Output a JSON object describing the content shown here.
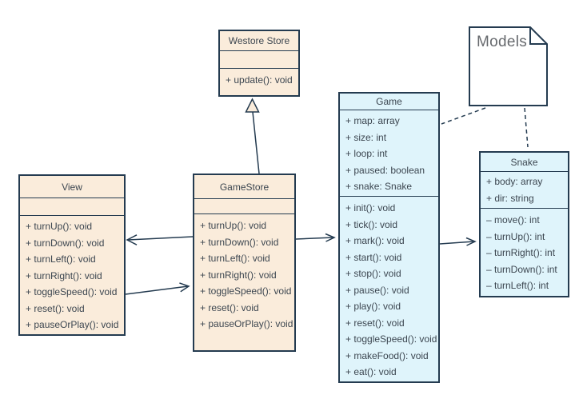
{
  "note": {
    "label": "Models"
  },
  "classes": {
    "westore": {
      "title": "Westore Store",
      "attributes": [],
      "methods": [
        "+ update(): void"
      ]
    },
    "view": {
      "title": "View",
      "attributes": [],
      "methods": [
        "+ turnUp(): void",
        "+ turnDown(): void",
        "+ turnLeft(): void",
        "+ turnRight(): void",
        "+ toggleSpeed(): void",
        "+ reset(): void",
        "+ pauseOrPlay(): void"
      ]
    },
    "gamestore": {
      "title": "GameStore",
      "attributes": [],
      "methods": [
        "+ turnUp(): void",
        "+ turnDown(): void",
        "+ turnLeft(): void",
        "+ turnRight(): void",
        "+ toggleSpeed(): void",
        "+ reset(): void",
        "+ pauseOrPlay(): void"
      ]
    },
    "game": {
      "title": "Game",
      "attributes": [
        "+ map: array",
        "+ size: int",
        "+ loop: int",
        "+ paused: boolean",
        "+ snake: Snake"
      ],
      "methods": [
        "+ init(): void",
        "+ tick(): void",
        "+ mark(): void",
        "+ start(): void",
        "+ stop(): void",
        "+ pause(): void",
        "+ play(): void",
        "+ reset(): void",
        "+ toggleSpeed(): void",
        "+ makeFood(): void",
        "+ eat(): void"
      ]
    },
    "snake": {
      "title": "Snake",
      "attributes": [
        "+ body: array",
        "+ dir: string"
      ],
      "methods": [
        "– move(): int",
        "– turnUp(): int",
        "– turnRight(): int",
        "– turnDown(): int",
        "– turnLeft(): int"
      ]
    }
  },
  "connectors": [
    {
      "type": "generalization",
      "from": "GameStore",
      "to": "Westore Store",
      "style": "solid-hollow-triangle"
    },
    {
      "type": "association",
      "from": "GameStore",
      "to": "View",
      "style": "solid-open-arrow"
    },
    {
      "type": "association",
      "from": "View",
      "to": "GameStore",
      "style": "solid-open-arrow"
    },
    {
      "type": "association",
      "from": "GameStore",
      "to": "Game",
      "style": "solid-open-arrow"
    },
    {
      "type": "association",
      "from": "Game",
      "to": "Snake",
      "style": "solid-open-arrow"
    },
    {
      "type": "dependency",
      "from": "Models",
      "to": "Game",
      "style": "dashed"
    },
    {
      "type": "dependency",
      "from": "Models",
      "to": "Snake",
      "style": "dashed"
    }
  ],
  "colors": {
    "warm_fill": "#FAECDB",
    "cool_fill": "#DFF4FB",
    "stroke": "#243B50",
    "text": "#3C4650",
    "note_text": "#66696D",
    "background": "#FFFFFF"
  }
}
